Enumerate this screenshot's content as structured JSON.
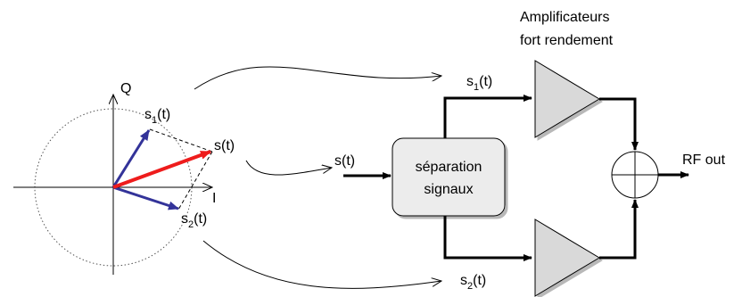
{
  "title_line1": "Amplificateurs",
  "title_line2": "fort rendement",
  "phasor": {
    "q_axis": "Q",
    "i_axis": "I",
    "s1_label": "s",
    "s1_sub": "1",
    "s1_paren": "(t)",
    "s_label": "s(t)",
    "s2_label": "s",
    "s2_sub": "2",
    "s2_paren": "(t)"
  },
  "block": {
    "input_label": "s(t)",
    "line1": "séparation",
    "line2": "signaux"
  },
  "outputs": {
    "top_label": "s",
    "top_sub": "1",
    "top_paren": "(t)",
    "bottom_label": "s",
    "bottom_sub": "2",
    "bottom_paren": "(t)",
    "rf_out": "RF out"
  },
  "colors": {
    "red_vector": "#ee1c1c",
    "blue_vector": "#333399",
    "amp_fill": "#d9d9d9",
    "block_fill": "#ececec"
  }
}
